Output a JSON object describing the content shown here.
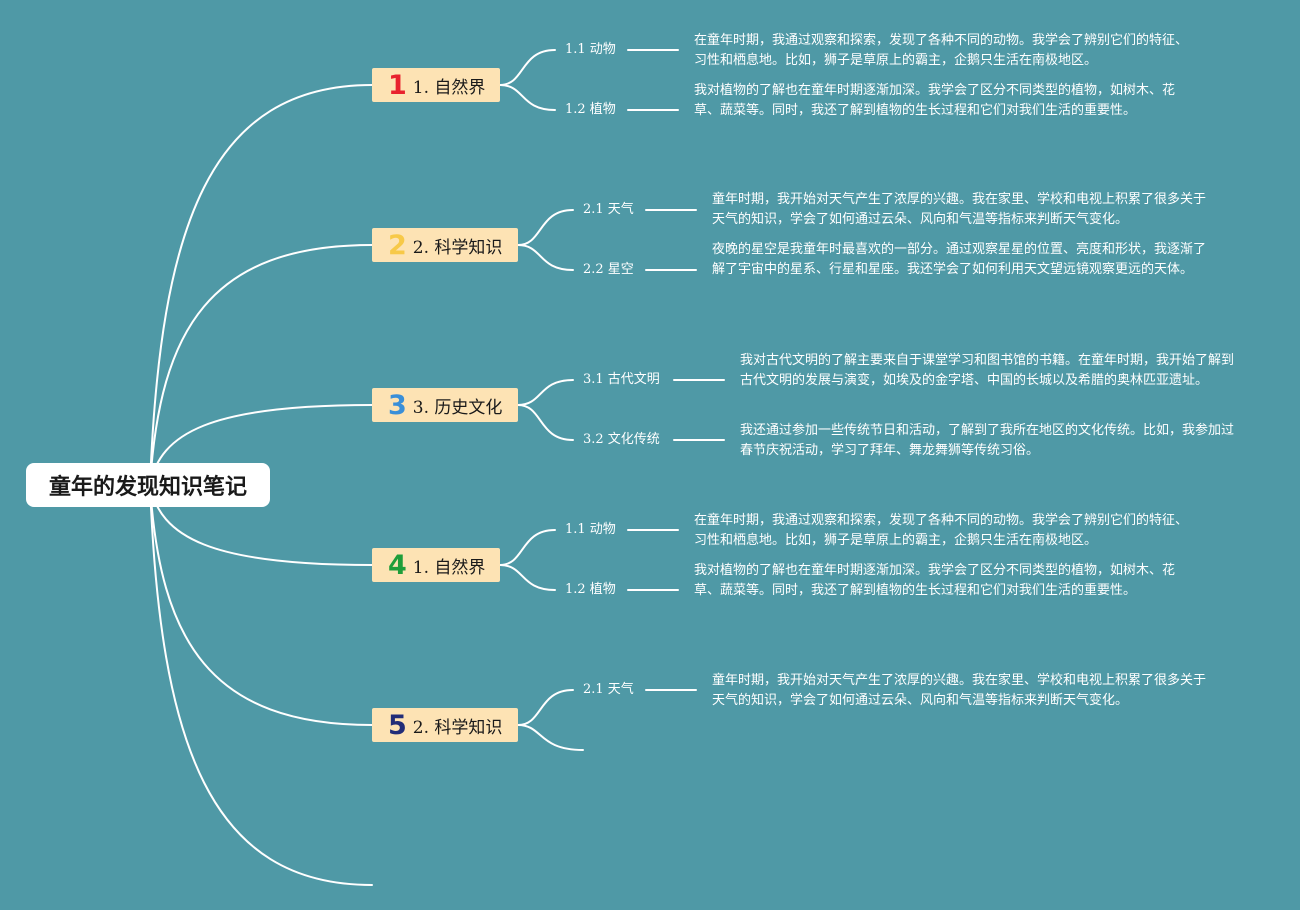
{
  "root": {
    "title": "童年的发现知识笔记"
  },
  "colors": {
    "background": "#4f99a6",
    "topic_fill": "#fde3b4",
    "line": "#ffffff",
    "num1": "#e8222e",
    "num2": "#f7c948",
    "num3": "#3a8fd8",
    "num4": "#1f9e3a",
    "num5": "#222d78"
  },
  "topics": [
    {
      "number": "1",
      "label": "1. 自然界",
      "subtopics": [
        {
          "label": "1.1 动物",
          "note": "在童年时期，我通过观察和探索，发现了各种不同的动物。我学会了辨别它们的特征、习性和栖息地。比如，狮子是草原上的霸主，企鹅只生活在南极地区。"
        },
        {
          "label": "1.2 植物",
          "note": "我对植物的了解也在童年时期逐渐加深。我学会了区分不同类型的植物，如树木、花草、蔬菜等。同时，我还了解到植物的生长过程和它们对我们生活的重要性。"
        }
      ]
    },
    {
      "number": "2",
      "label": "2. 科学知识",
      "subtopics": [
        {
          "label": "2.1 天气",
          "note": "童年时期，我开始对天气产生了浓厚的兴趣。我在家里、学校和电视上积累了很多关于天气的知识，学会了如何通过云朵、风向和气温等指标来判断天气变化。"
        },
        {
          "label": "2.2 星空",
          "note": "夜晚的星空是我童年时最喜欢的一部分。通过观察星星的位置、亮度和形状，我逐渐了解了宇宙中的星系、行星和星座。我还学会了如何利用天文望远镜观察更远的天体。"
        }
      ]
    },
    {
      "number": "3",
      "label": "3. 历史文化",
      "subtopics": [
        {
          "label": "3.1 古代文明",
          "note": "我对古代文明的了解主要来自于课堂学习和图书馆的书籍。在童年时期，我开始了解到古代文明的发展与演变，如埃及的金字塔、中国的长城以及希腊的奥林匹亚遗址。"
        },
        {
          "label": "3.2 文化传统",
          "note": "我还通过参加一些传统节日和活动，了解到了我所在地区的文化传统。比如，我参加过春节庆祝活动，学习了拜年、舞龙舞狮等传统习俗。"
        }
      ]
    },
    {
      "number": "4",
      "label": "1. 自然界",
      "subtopics": [
        {
          "label": "1.1 动物",
          "note": "在童年时期，我通过观察和探索，发现了各种不同的动物。我学会了辨别它们的特征、习性和栖息地。比如，狮子是草原上的霸主，企鹅只生活在南极地区。"
        },
        {
          "label": "1.2 植物",
          "note": "我对植物的了解也在童年时期逐渐加深。我学会了区分不同类型的植物，如树木、花草、蔬菜等。同时，我还了解到植物的生长过程和它们对我们生活的重要性。"
        }
      ]
    },
    {
      "number": "5",
      "label": "2. 科学知识",
      "subtopics": [
        {
          "label": "2.1 天气",
          "note": "童年时期，我开始对天气产生了浓厚的兴趣。我在家里、学校和电视上积累了很多关于天气的知识，学会了如何通过云朵、风向和气温等指标来判断天气变化。"
        }
      ]
    }
  ]
}
